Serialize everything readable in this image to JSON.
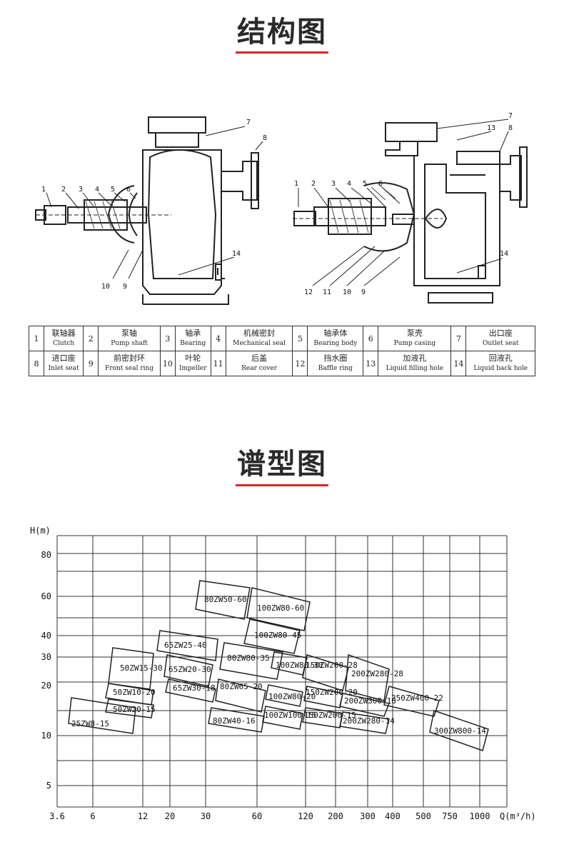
{
  "sections": {
    "structure_title": "结构图",
    "spectrum_title": "谱型图"
  },
  "callouts": {
    "left": [
      "1",
      "2",
      "3",
      "4",
      "5",
      "6",
      "7",
      "8",
      "10",
      "9",
      "14"
    ],
    "right": [
      "1",
      "2",
      "3",
      "4",
      "5",
      "6",
      "7",
      "13",
      "8",
      "14",
      "12",
      "11",
      "10",
      "9"
    ]
  },
  "parts": [
    {
      "num": "1",
      "cn": "联轴器",
      "en": "Clutch"
    },
    {
      "num": "2",
      "cn": "泵轴",
      "en": "Pump shaft"
    },
    {
      "num": "3",
      "cn": "轴承",
      "en": "Bearing"
    },
    {
      "num": "4",
      "cn": "机械密封",
      "en": "Mechanical seal"
    },
    {
      "num": "5",
      "cn": "轴承体",
      "en": "Bearing body"
    },
    {
      "num": "6",
      "cn": "泵壳",
      "en": "Pump casing"
    },
    {
      "num": "7",
      "cn": "出口座",
      "en": "Outlet seat"
    },
    {
      "num": "8",
      "cn": "进口座",
      "en": "Inlet seat"
    },
    {
      "num": "9",
      "cn": "前密封环",
      "en": "Front seal ring"
    },
    {
      "num": "10",
      "cn": "叶轮",
      "en": "Impeller"
    },
    {
      "num": "11",
      "cn": "后盖",
      "en": "Rear cover"
    },
    {
      "num": "12",
      "cn": "挡水圈",
      "en": "Baffle ring"
    },
    {
      "num": "13",
      "cn": "加液孔",
      "en": "Liquid filling hole"
    },
    {
      "num": "14",
      "cn": "回液孔",
      "en": "Liquid back hole"
    }
  ],
  "chart_data": {
    "type": "diagram",
    "ylabel": "H(m)",
    "xlabel": "Q(m³/h)",
    "y_ticks": [
      "80",
      "60",
      "40",
      "30",
      "20",
      "10",
      "5"
    ],
    "x_ticks": [
      "3.6",
      "6",
      "12",
      "20",
      "30",
      "60",
      "120",
      "200",
      "300",
      "400",
      "500",
      "750",
      "1000"
    ],
    "models": [
      "80ZW50-60",
      "100ZW80-60",
      "100ZW80-45",
      "65ZW25-40",
      "80ZW80-35",
      "100ZW80-30",
      "150ZW200-28",
      "200ZW280-28",
      "50ZW15-30",
      "65ZW20-30",
      "65ZW30-18",
      "80ZW65-20",
      "100ZW80-20",
      "150ZW200-20",
      "200ZW300-18",
      "250ZW400-22",
      "50ZW10-20",
      "50ZW20-15",
      "80ZW40-16",
      "100ZW100-15",
      "150ZW200-15",
      "200ZW280-14",
      "25ZW8-15",
      "300ZW800-14"
    ]
  }
}
